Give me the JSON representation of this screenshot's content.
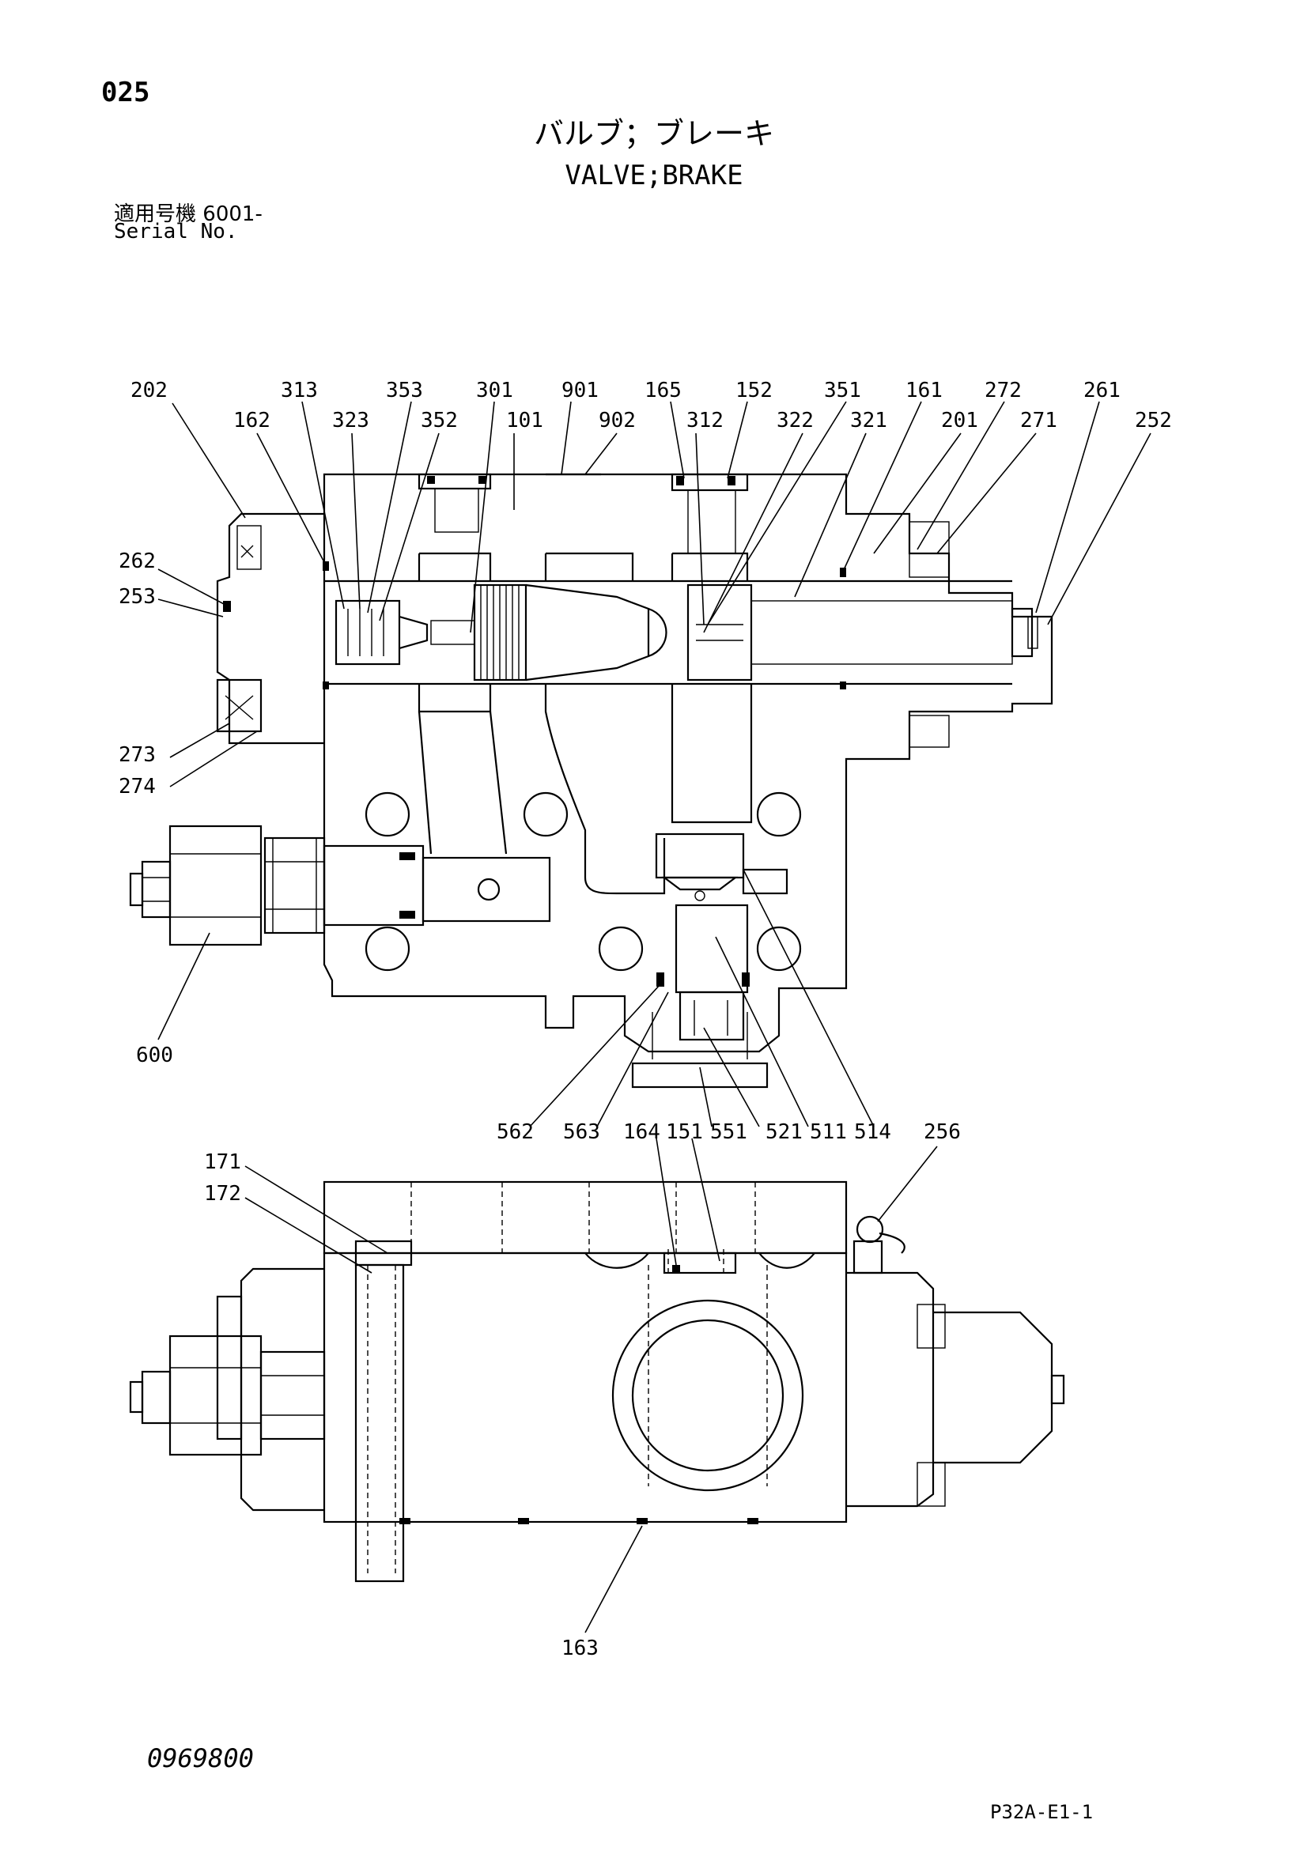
{
  "header": {
    "page_number": "025",
    "title_jp": "バルブ；ブレーキ",
    "title_en": "VALVE;BRAKE",
    "serial_label_jp": "適用号機",
    "serial_value": "6001-",
    "serial_label_en": "Serial No."
  },
  "footer": {
    "doc_number": "0969800",
    "ref_code": "P32A-E1-1"
  },
  "callouts": {
    "c202": "202",
    "c313": "313",
    "c162": "162",
    "c323": "323",
    "c353": "353",
    "c352": "352",
    "c301": "301",
    "c101": "101",
    "c901": "901",
    "c902": "902",
    "c165": "165",
    "c312": "312",
    "c152": "152",
    "c322": "322",
    "c351": "351",
    "c321": "321",
    "c161": "161",
    "c201": "201",
    "c272": "272",
    "c271": "271",
    "c261": "261",
    "c252": "252",
    "c262": "262",
    "c253": "253",
    "c273": "273",
    "c274": "274",
    "c600": "600",
    "c562": "562",
    "c563": "563",
    "c164": "164",
    "c151": "151",
    "c551": "551",
    "c521": "521",
    "c511": "511",
    "c514": "514",
    "c256": "256",
    "c171": "171",
    "c172": "172",
    "c163": "163"
  }
}
